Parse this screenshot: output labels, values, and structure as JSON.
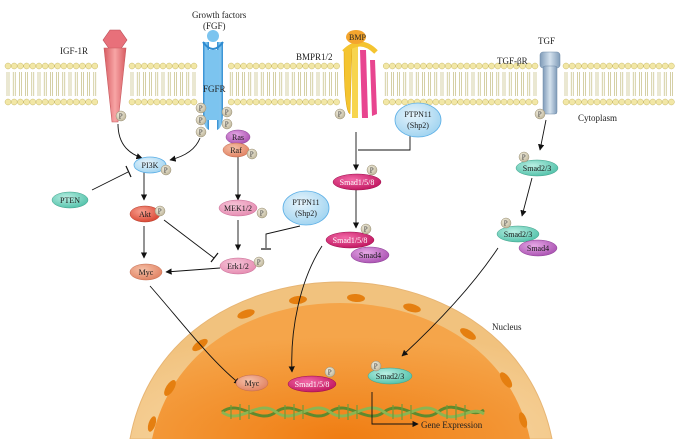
{
  "labels": {
    "growth_factors": "Growth factors",
    "fgf": "(FGF)",
    "igf1r": "IGF-1R",
    "fgfr": "FGFR",
    "bmpr": "BMPR1/2",
    "bmp": "BMP",
    "tgfbr": "TGF-βR",
    "tgf": "TGF",
    "cytoplasm": "Cytoplasm",
    "nucleus": "Nucleus",
    "gene_expression": "Gene Expression"
  },
  "nodes": {
    "ras": "Ras",
    "raf": "Raf",
    "pi3k": "PI3K",
    "pten": "PTEN",
    "akt": "Akt",
    "myc": "Myc",
    "mek": "MEK1/2",
    "erk": "Erk1/2",
    "ptpn_left_1": "PTPN11",
    "ptpn_left_2": "(Shp2)",
    "ptpn_right_1": "PTPN11",
    "ptpn_right_2": "(Shp2)",
    "smad158_a": "Smad1/5/8",
    "smad158_b": "Smad1/5/8",
    "smad4_a": "Smad4",
    "smad23_a": "Smad2/3",
    "smad23_b": "Smad2/3",
    "smad4_b": "Smad4",
    "nuc_myc": "Myc",
    "nuc_smad158": "Smad1/5/8",
    "nuc_smad23": "Smad2/3",
    "p": "P"
  },
  "colors": {
    "membrane_head": "#f2e7a6",
    "membrane_tail": "#b9b06a",
    "igf1r": "#f08080",
    "fgfr": "#5aaee6",
    "bmpr_yellow": "#f4c430",
    "bmpr_pink": "#e8458f",
    "tgfbr": "#a9bfd6",
    "phospho": "#d9d2b6",
    "nucleus_outer": "#f4c98c",
    "nucleus_inner": "#f39a2e",
    "nucleus_core": "#ee7a15",
    "dna": "#6f9a3a"
  }
}
